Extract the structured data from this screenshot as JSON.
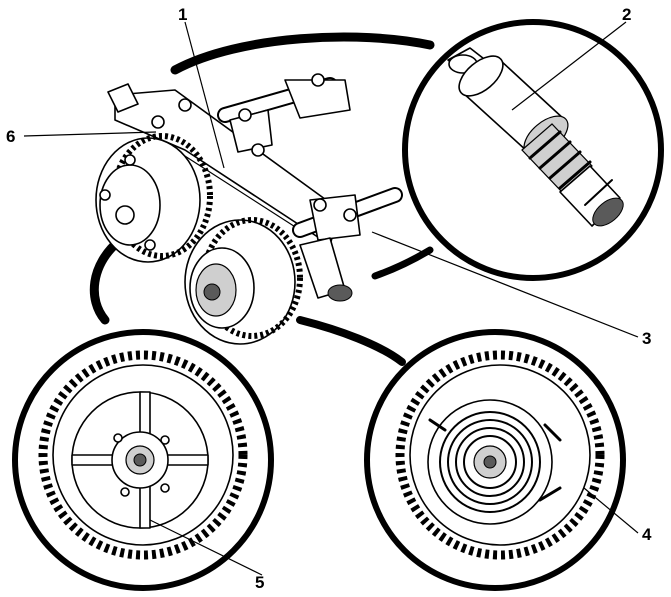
{
  "callouts": [
    {
      "id": "1",
      "label": "1"
    },
    {
      "id": "2",
      "label": "2"
    },
    {
      "id": "3",
      "label": "3"
    },
    {
      "id": "4",
      "label": "4"
    },
    {
      "id": "5",
      "label": "5"
    },
    {
      "id": "6",
      "label": "6"
    }
  ],
  "colors": {
    "ink": "#000000",
    "background": "#ffffff",
    "shade": "#cfcfcf"
  }
}
